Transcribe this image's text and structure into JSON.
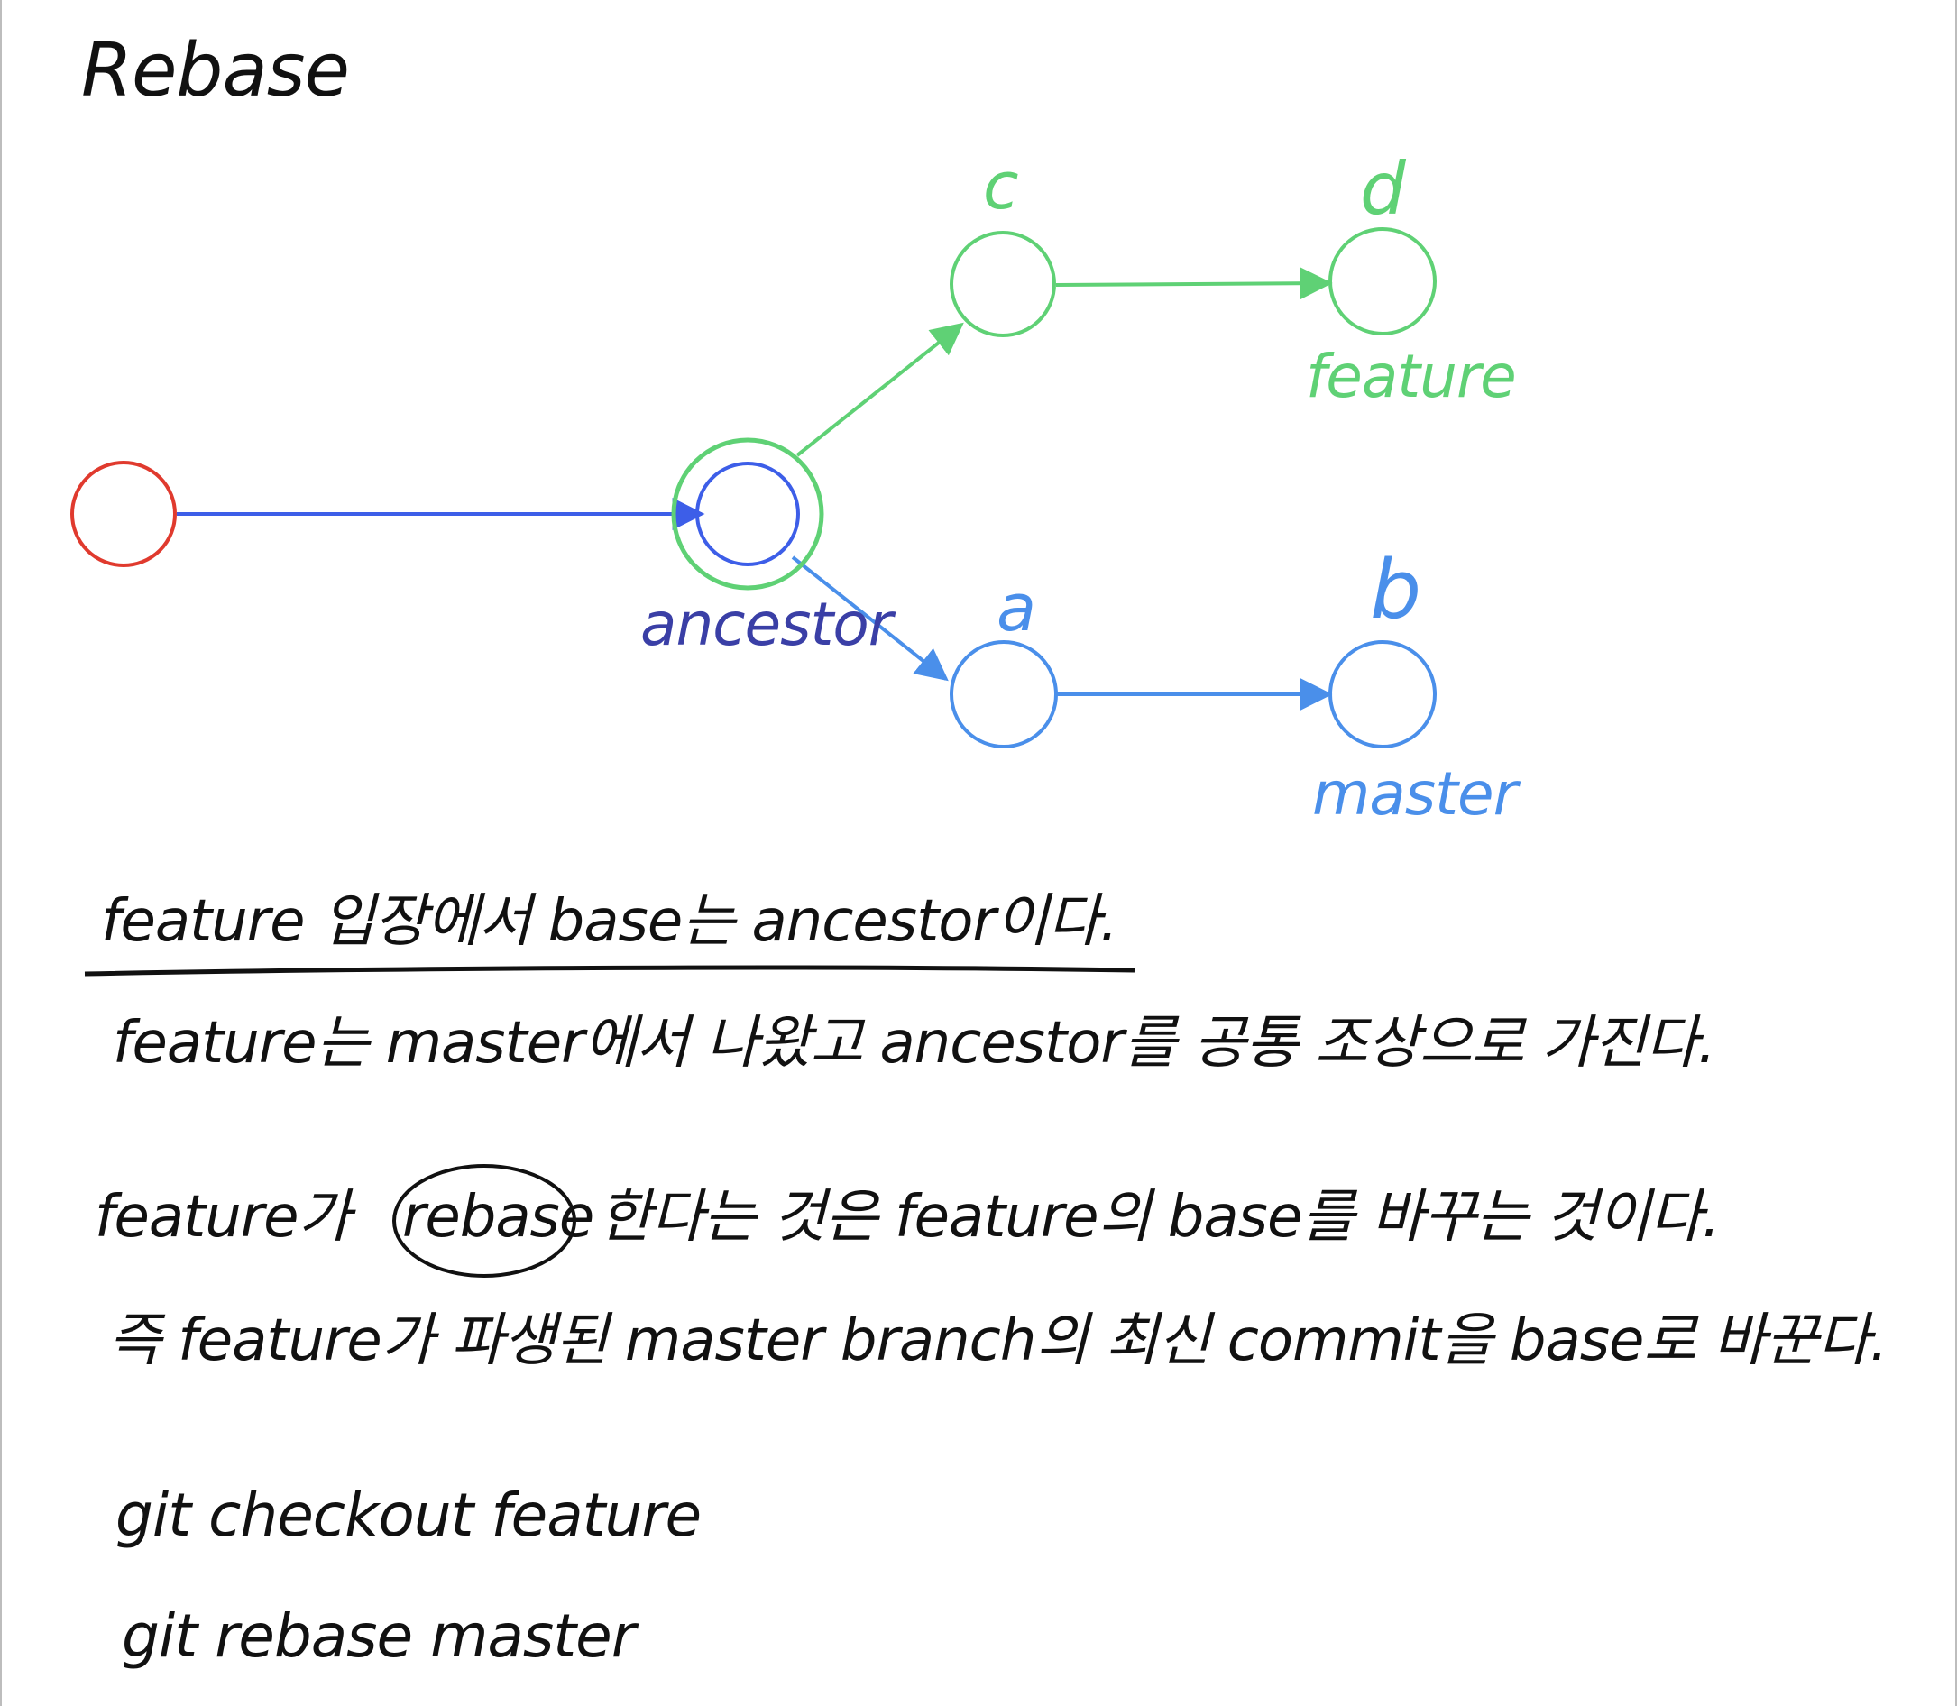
{
  "title": "Rebase",
  "nodes": {
    "c": {
      "label": "c"
    },
    "d": {
      "label": "d"
    },
    "a": {
      "label": "a"
    },
    "b": {
      "label": "b"
    }
  },
  "branches": {
    "ancestor": "ancestor",
    "feature": "feature",
    "master": "master"
  },
  "notes": {
    "line1": "feature 입장에서 base는 ancestor이다.",
    "line2": "feature는 master에서 나왔고 ancestor를 공통 조상으로 가진다.",
    "line3_prefix": "feature가",
    "line3_circled": "rebase",
    "line3_suffix": "한다는 것은 feature의 base를 바꾸는 것이다.",
    "line4": "즉 feature가 파생된 master branch의 최신 commit을 base로 바꾼다."
  },
  "commands": [
    "git checkout feature",
    "git rebase master"
  ],
  "colors": {
    "red": "#e03a2e",
    "blue": "#3d5ee8",
    "green": "#5fd175",
    "light_blue": "#4a8fea",
    "ancestor_text": "#3a3fa6",
    "ink": "#111111"
  }
}
